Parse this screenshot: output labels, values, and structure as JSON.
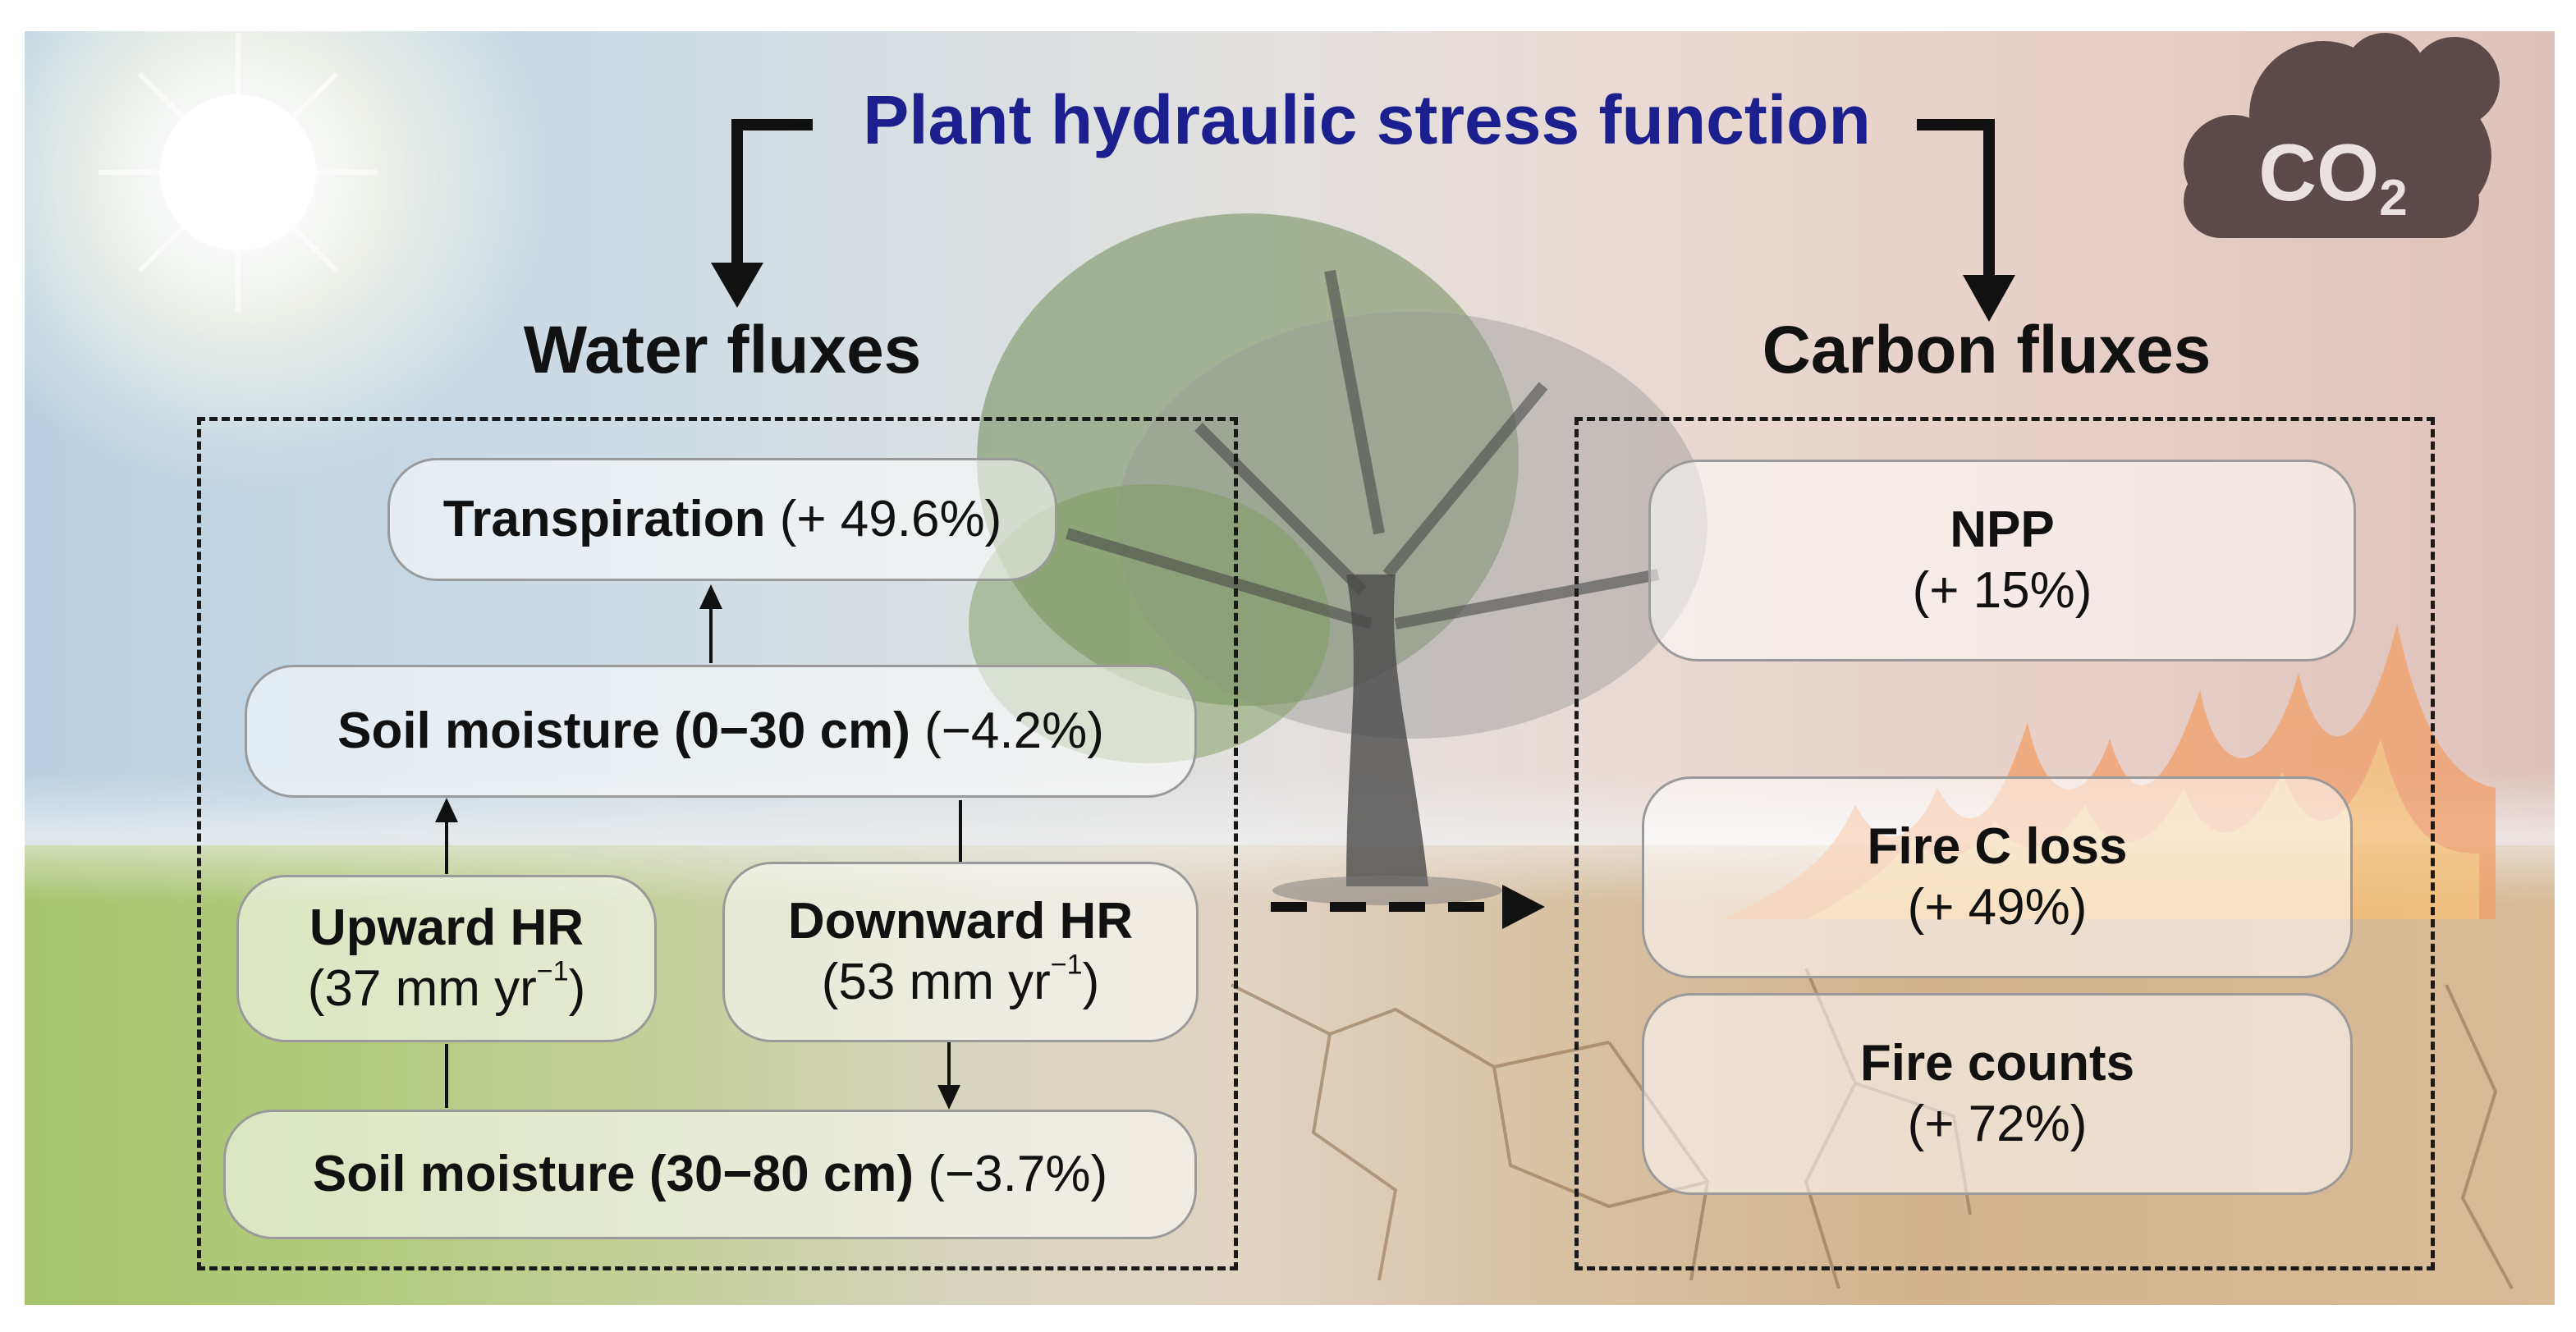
{
  "title": "Plant hydraulic stress function",
  "water": {
    "heading": "Water fluxes",
    "transpiration": {
      "label": "Transpiration",
      "change": " (+ 49.6%)"
    },
    "soil_shallow": {
      "label": "Soil moisture (0−30 cm)",
      "change": " (−4.2%)"
    },
    "upward_hr": {
      "label": "Upward HR",
      "value": "(37 mm yr",
      "exp": "−1",
      "close": ")"
    },
    "downward_hr": {
      "label": "Downward HR",
      "value": "(53 mm yr",
      "exp": "−1",
      "close": ")"
    },
    "soil_deep": {
      "label": "Soil moisture (30−80 cm)",
      "change": " (−3.7%)"
    }
  },
  "carbon": {
    "heading": "Carbon fluxes",
    "npp": {
      "label": "NPP",
      "change": "(+ 15%)"
    },
    "fire_c_loss": {
      "label": "Fire C loss",
      "change": "(+ 49%)"
    },
    "fire_counts": {
      "label": "Fire counts",
      "change": "(+ 72%)"
    }
  },
  "co2_icon_text": "CO",
  "co2_icon_sub": "2",
  "icons": [
    "sun-icon",
    "tree-icon",
    "cloud-co2-icon",
    "fire-icon",
    "cracked-earth-icon"
  ],
  "colors": {
    "title": "#1c1f8e",
    "arrow": "#111111",
    "box_border": "#9a9a9a",
    "cloud": "#5b4a49"
  }
}
